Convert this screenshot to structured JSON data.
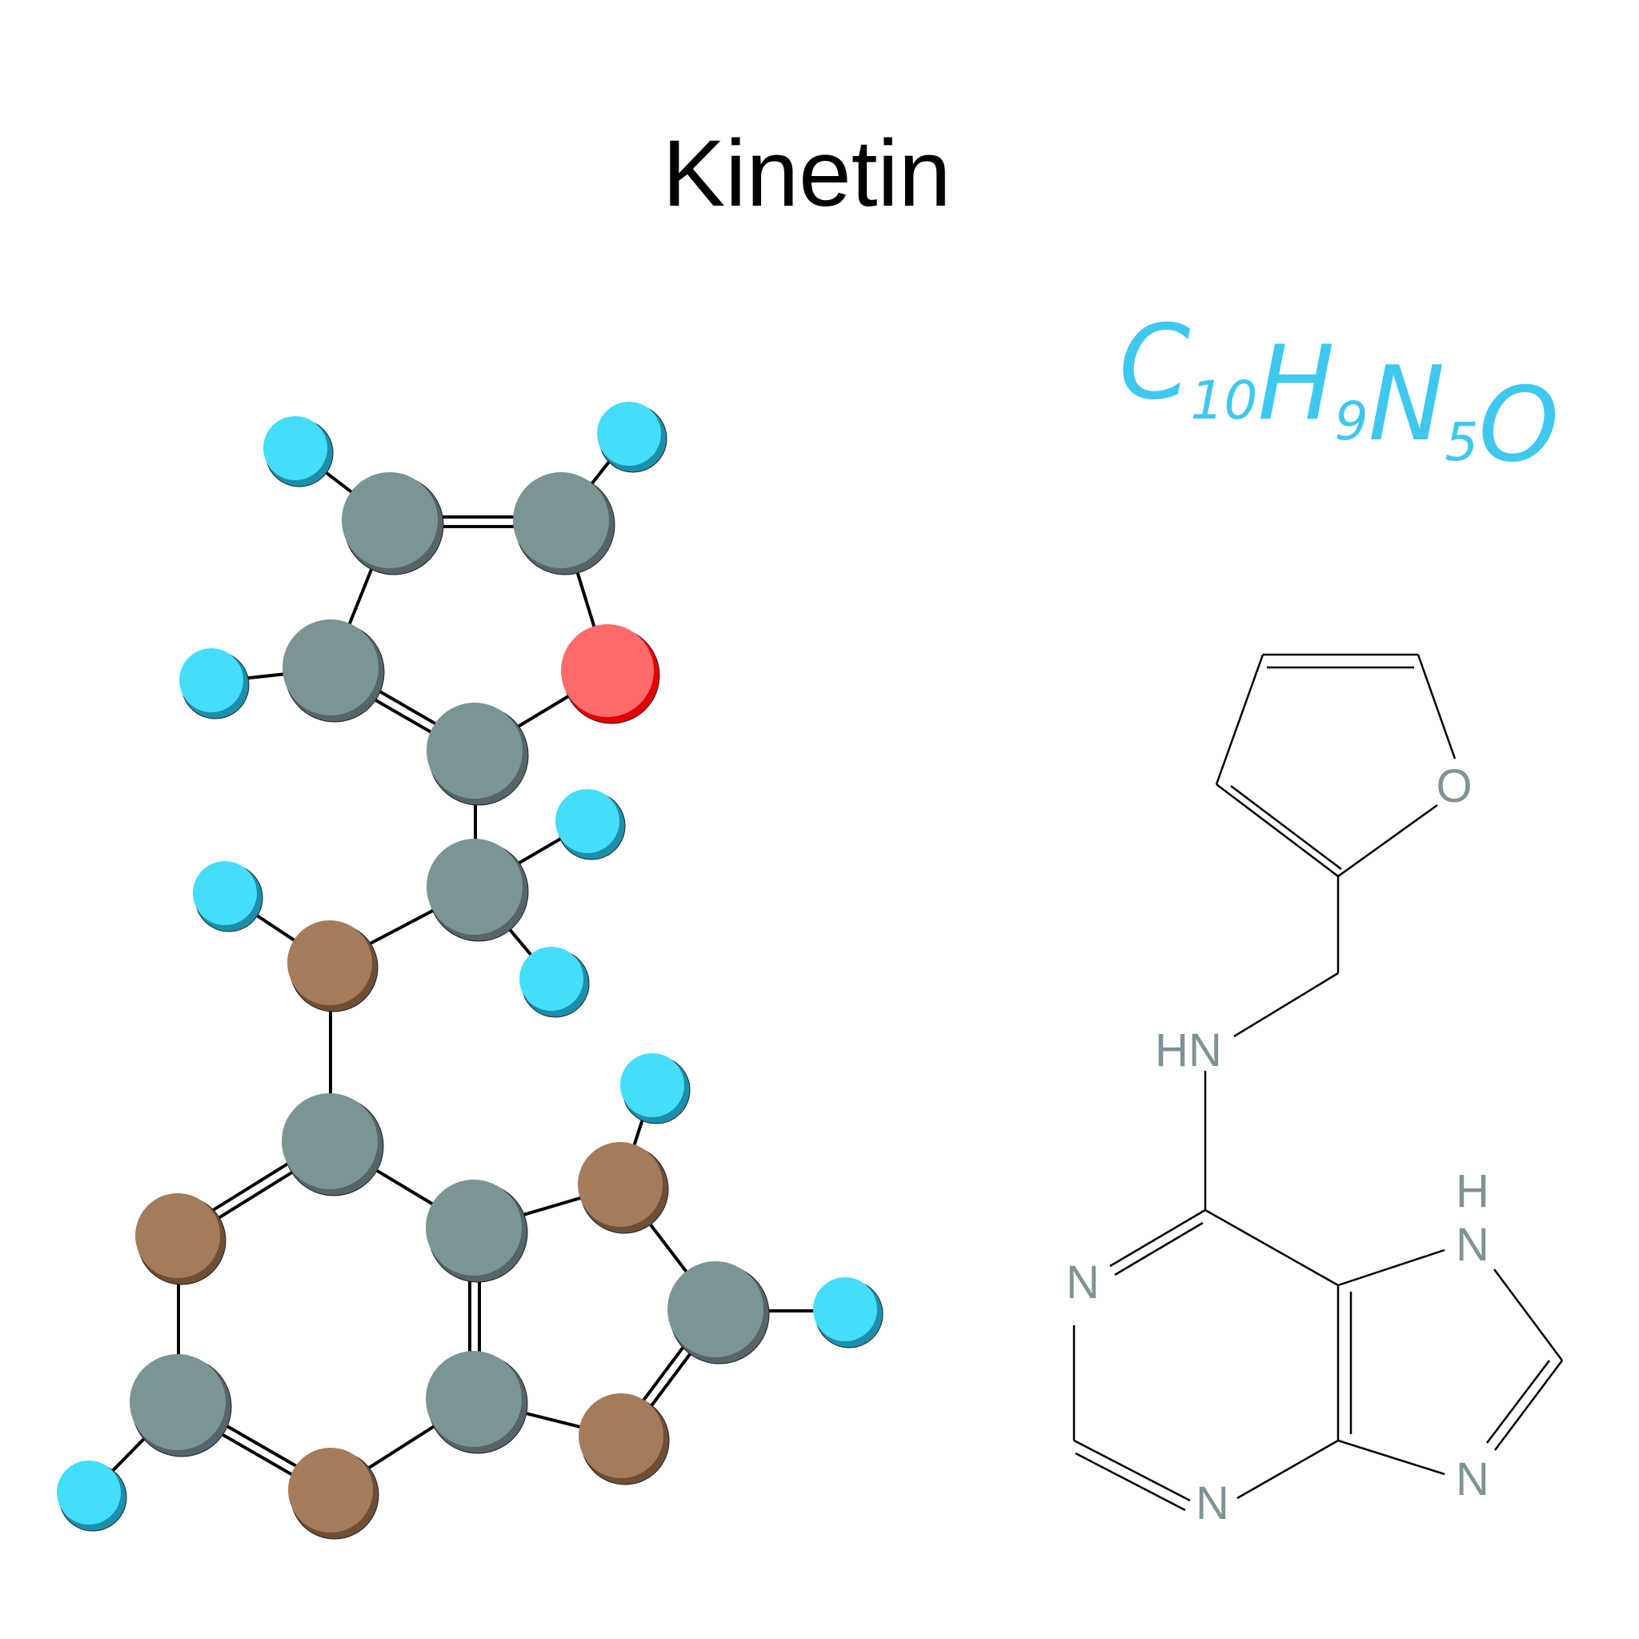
{
  "title": "Kinetin",
  "formula": {
    "parts": [
      {
        "symbol": "C",
        "count": "10"
      },
      {
        "symbol": "H",
        "count": "9"
      },
      {
        "symbol": "N",
        "count": "5"
      },
      {
        "symbol": "O",
        "count": ""
      }
    ]
  },
  "skeletal_labels": {
    "oxygen": "O",
    "amine": "HN",
    "pyrimidine_n1": "N",
    "pyrimidine_n3": "N",
    "imidazole_nh_h": "H",
    "imidazole_nh_n": "N",
    "imidazole_n": "N"
  },
  "colors": {
    "carbon": "#7b9595",
    "carbon_shadow": "#55656a",
    "hydrogen": "#44ddfb",
    "hydrogen_shadow": "#1b8fab",
    "nitrogen": "#a57c5b",
    "nitrogen_shadow": "#6e4f36",
    "oxygen": "#ff6b6b",
    "oxygen_shadow": "#e60000",
    "formula": "#3fc8ee",
    "skeletal_label": "#7e9395",
    "bond": "#000000"
  }
}
